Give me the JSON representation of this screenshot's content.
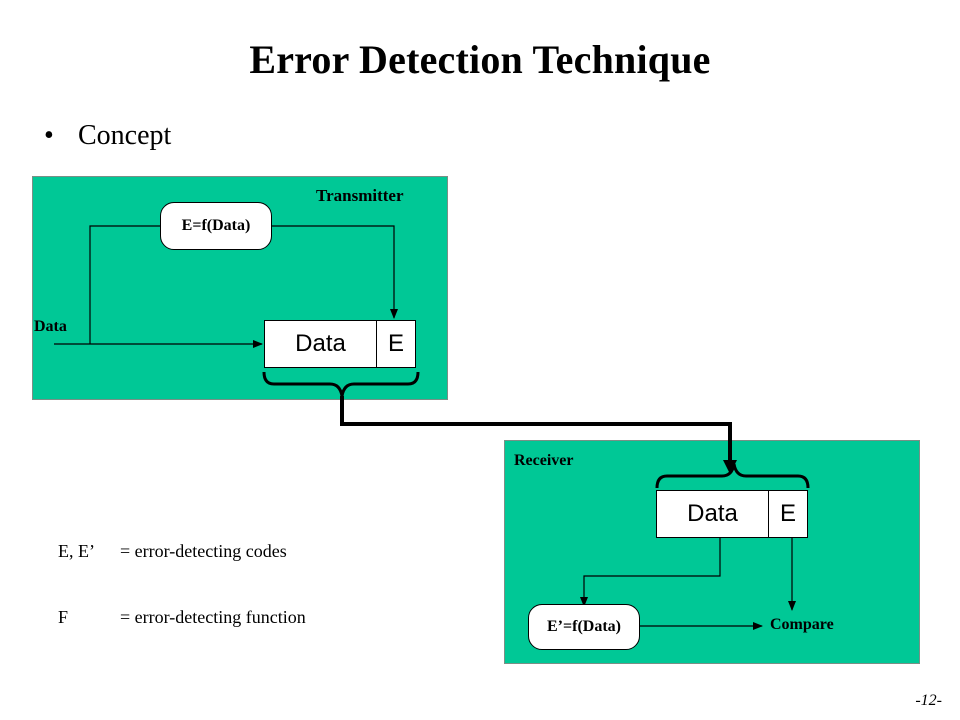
{
  "slide": {
    "title": "Error Detection Technique",
    "bullet": "Concept",
    "page_number": "-12-"
  },
  "transmitter": {
    "label": "Transmitter",
    "function_box": "E=f(Data)",
    "input_label": "Data",
    "frame": {
      "data": "Data",
      "code": "E"
    }
  },
  "receiver": {
    "label": "Receiver",
    "frame": {
      "data": "Data",
      "code": "E"
    },
    "function_box": "E’=f(Data)",
    "compare_label": "Compare"
  },
  "legend": [
    {
      "term": "E, E’",
      "definition": "= error-detecting codes"
    },
    {
      "term": "F",
      "definition": "= error-detecting function"
    }
  ],
  "colors": {
    "panel": "#00c896",
    "background": "#ffffff"
  }
}
